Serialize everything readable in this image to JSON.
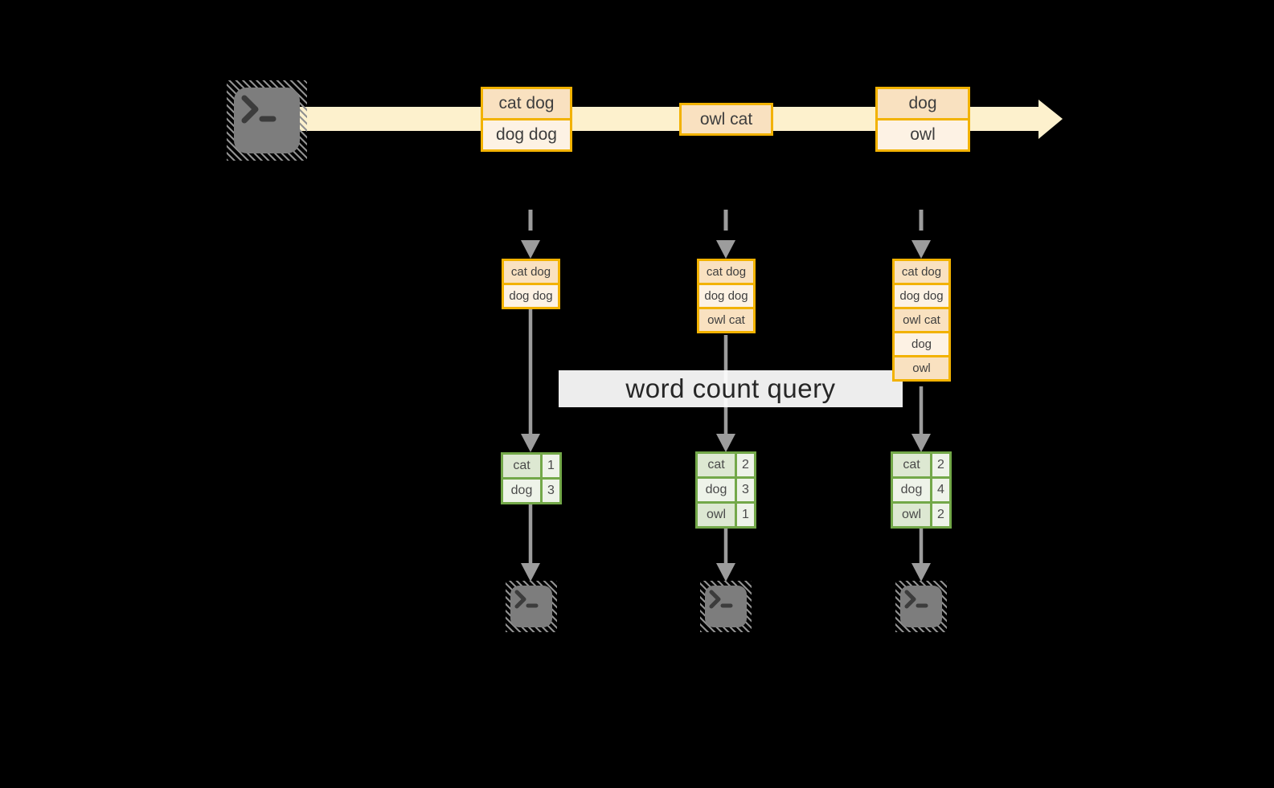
{
  "diagram": {
    "query_label": "word count query",
    "colors": {
      "background": "#000000",
      "stream_band": "#fdf1cd",
      "box_border_orange": "#f2b200",
      "box_fill_dark": "#f9e1c0",
      "box_fill_light": "#fdf2e4",
      "table_border_green": "#73a849",
      "table_fill_dark": "#dde8d2",
      "table_fill_light": "#eef3e9",
      "arrow_gray": "#9c9c9c"
    },
    "icons": {
      "source": "terminal-icon",
      "sink": "terminal-icon"
    },
    "stream": {
      "batches": [
        {
          "messages": [
            "cat dog",
            "dog dog"
          ]
        },
        {
          "messages": [
            "owl cat"
          ]
        },
        {
          "messages": [
            "dog",
            "owl"
          ]
        }
      ]
    },
    "micro_batches": [
      {
        "input_rows": [
          "cat dog",
          "dog dog"
        ],
        "counts": [
          {
            "word": "cat",
            "count": "1"
          },
          {
            "word": "dog",
            "count": "3"
          }
        ]
      },
      {
        "input_rows": [
          "cat dog",
          "dog dog",
          "owl cat"
        ],
        "counts": [
          {
            "word": "cat",
            "count": "2"
          },
          {
            "word": "dog",
            "count": "3"
          },
          {
            "word": "owl",
            "count": "1"
          }
        ]
      },
      {
        "input_rows": [
          "cat dog",
          "dog dog",
          "owl cat",
          "dog",
          "owl"
        ],
        "counts": [
          {
            "word": "cat",
            "count": "2"
          },
          {
            "word": "dog",
            "count": "4"
          },
          {
            "word": "owl",
            "count": "2"
          }
        ]
      }
    ]
  }
}
